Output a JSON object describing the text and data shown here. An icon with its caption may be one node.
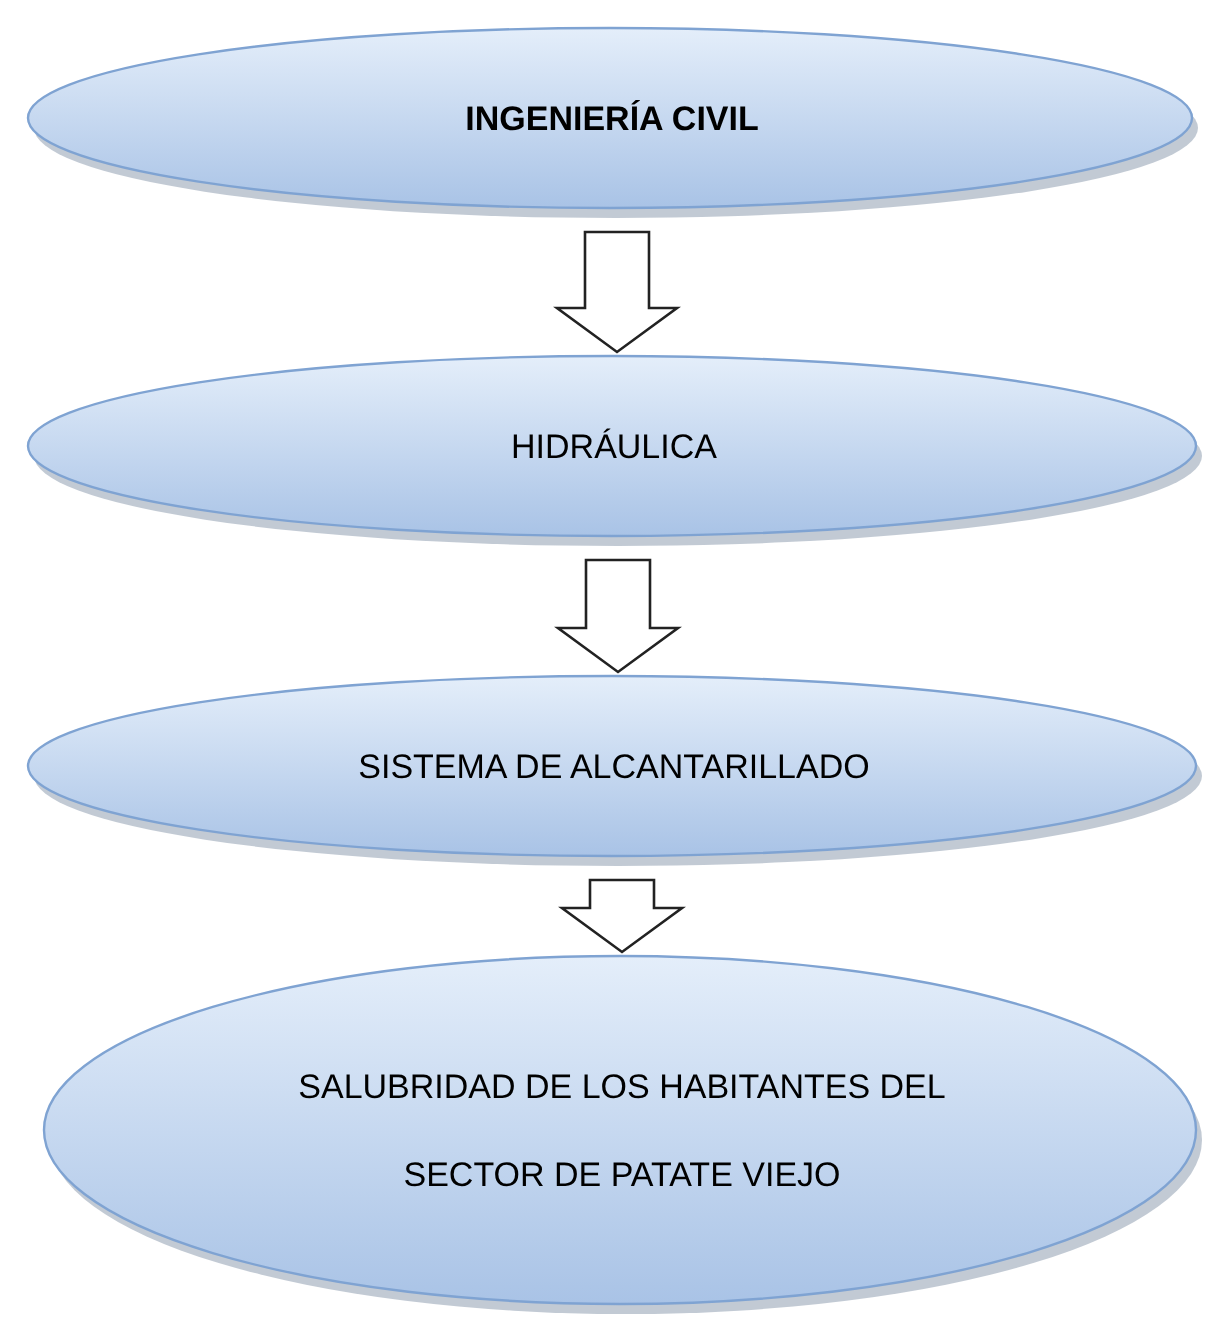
{
  "diagram": {
    "nodes": [
      {
        "text": [
          "INGENIERÍA CIVIL"
        ]
      },
      {
        "text": [
          "HIDRÁULICA"
        ]
      },
      {
        "text": [
          "SISTEMA DE ALCANTARILLADO"
        ]
      },
      {
        "text": [
          "SALUBRIDAD DE LOS HABITANTES DEL SECTOR DE PATATE VIEJO"
        ]
      }
    ],
    "edges": [
      {
        "from": 0,
        "to": 1,
        "arrow": "to"
      },
      {
        "from": 1,
        "to": 2,
        "arrow": "to"
      },
      {
        "from": 2,
        "to": 3,
        "arrow": "to"
      }
    ]
  }
}
